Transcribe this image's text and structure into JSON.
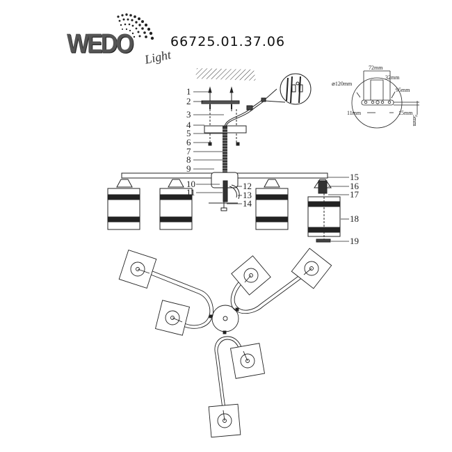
{
  "brand": {
    "name": "WEDO",
    "sub": "Light"
  },
  "model_number": "66725.01.37.06",
  "assembly_part_labels": [
    "1",
    "2",
    "3",
    "4",
    "5",
    "6",
    "7",
    "8",
    "9",
    "10",
    "11",
    "12",
    "13",
    "14",
    "15",
    "16",
    "17",
    "18",
    "19"
  ],
  "canopy_dimensions": {
    "diameter": "⌀120mm",
    "width_72": "72mm",
    "width_32": "32mm",
    "width_95": "95mm",
    "width_11": "11mm",
    "width_15": "15mm",
    "height_5": "5mm"
  },
  "views": {
    "side_view": "side elevation with 4 cylindrical striped shades",
    "top_view": "plan view with 6 square shades on 3 curved arms"
  }
}
